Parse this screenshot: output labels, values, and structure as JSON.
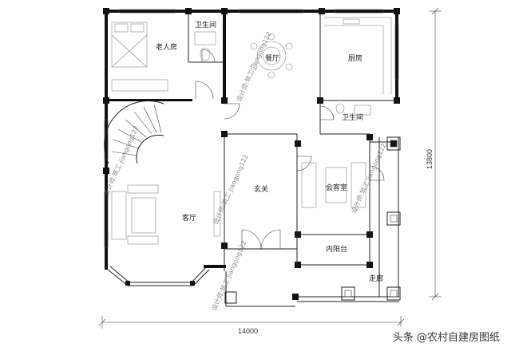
{
  "rooms": {
    "elder_bedroom": "老人房",
    "bathroom_top": "卫生间",
    "dining": "餐厅",
    "kitchen": "厨房",
    "bathroom_right": "卫生间",
    "living_room": "客厅",
    "foyer": "玄关",
    "guest_room": "会客室",
    "inner_balcony": "内阳台",
    "corridor": "走廊"
  },
  "dimensions": {
    "width": "14000",
    "height": "13800"
  },
  "watermarks": [
    "设计师:筑工 jiangong122",
    "设计师:筑工 jiangong122",
    "设计师:筑工 jiangong122",
    "设计师:筑工 jiangong122",
    "设计师:筑工 jiangong122"
  ],
  "credit": "头条 @农村自建房图纸"
}
